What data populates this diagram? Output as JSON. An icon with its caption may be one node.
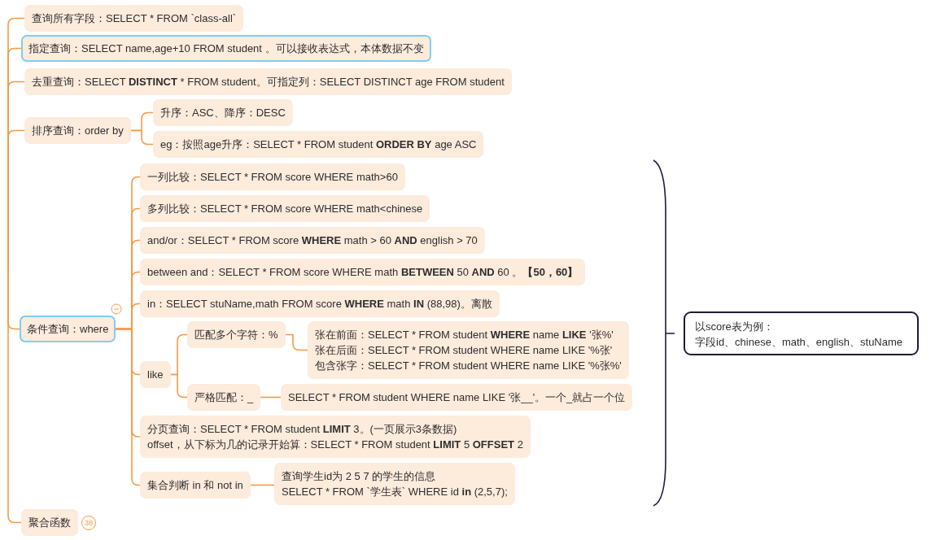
{
  "diagram": {
    "nodes": [
      {
        "text": [
          "查询所有字段：SELECT * FROM `class-all`"
        ]
      },
      {
        "text": [
          "指定查询：SELECT name,age+10 FROM student 。可以接收表达式，本体数据不变"
        ]
      },
      {
        "text": [
          "去重查询：SELECT **DISTINCT** * FROM student。可指定列：SELECT DISTINCT age FROM student"
        ]
      },
      {
        "text": [
          "排序查询：order by"
        ]
      },
      {
        "text": [
          "升序：ASC、降序：DESC"
        ]
      },
      {
        "text": [
          "eg：按照age升序：SELECT * FROM student **ORDER BY** age ASC"
        ]
      },
      {
        "text": [
          "条件查询：where"
        ]
      },
      {
        "text": [
          "一列比较：SELECT * FROM score WHERE math>60"
        ]
      },
      {
        "text": [
          "多列比较：SELECT * FROM score WHERE math<chinese"
        ]
      },
      {
        "text": [
          "and/or：SELECT * FROM score **WHERE** math > 60 **AND** english > 70"
        ]
      },
      {
        "text": [
          "between and：SELECT * FROM score WHERE math **BETWEEN** 50 **AND** 60 。**【50，60】**"
        ]
      },
      {
        "text": [
          "in：SELECT stuName,math FROM score **WHERE** math **IN** (88,98)。离散"
        ]
      },
      {
        "text": [
          "like"
        ]
      },
      {
        "text": [
          "匹配多个字符：%"
        ]
      },
      {
        "text": [
          "张在前面：SELECT * FROM student **WHERE** name **LIKE** '张%'",
          "张在后面：SELECT * FROM student WHERE name LIKE '%张'",
          "包含张字：SELECT * FROM student WHERE name LIKE '%张%'"
        ]
      },
      {
        "text": [
          "严格匹配：_"
        ]
      },
      {
        "text": [
          "SELECT * FROM student WHERE name LIKE '张__'。一个_就占一个位"
        ]
      },
      {
        "text": [
          "分页查询：SELECT * FROM student **LIMIT** 3。(一页展示3条数据)",
          "offset，从下标为几的记录开始算：SELECT * FROM student **LIMIT** 5 **OFFSET** 2"
        ]
      },
      {
        "text": [
          "集合判断 in 和 not in"
        ]
      },
      {
        "text": [
          "查询学生id为 2 5 7 的学生的信息",
          "SELECT * FROM `学生表` WHERE id **in** (2,5,7);"
        ]
      },
      {
        "text": [
          "聚合函数"
        ],
        "beside": [
          "38"
        ]
      },
      {
        "text": [
          "以score表为例：",
          "字段id、chinese、math、english、stuName"
        ]
      }
    ],
    "edges": [
      {
        "from": null,
        "to": 0,
        "arrow": "none"
      },
      {
        "from": null,
        "to": 1,
        "arrow": "none"
      },
      {
        "from": null,
        "to": 2,
        "arrow": "none"
      },
      {
        "from": null,
        "to": 3,
        "arrow": "none"
      },
      {
        "from": null,
        "to": 6,
        "arrow": "none"
      },
      {
        "from": null,
        "to": 20,
        "arrow": "none"
      },
      {
        "from": 3,
        "to": 4,
        "arrow": "none"
      },
      {
        "from": 3,
        "to": 5,
        "arrow": "none"
      },
      {
        "from": 6,
        "to": 7,
        "arrow": "none"
      },
      {
        "from": 6,
        "to": 8,
        "arrow": "none"
      },
      {
        "from": 6,
        "to": 9,
        "arrow": "none"
      },
      {
        "from": 6,
        "to": 10,
        "arrow": "none"
      },
      {
        "from": 6,
        "to": 11,
        "arrow": "none"
      },
      {
        "from": 6,
        "to": 12,
        "arrow": "none"
      },
      {
        "from": 6,
        "to": 17,
        "arrow": "none"
      },
      {
        "from": 6,
        "to": 18,
        "arrow": "none"
      },
      {
        "from": 12,
        "to": 13,
        "arrow": "none"
      },
      {
        "from": 12,
        "to": 15,
        "arrow": "none"
      },
      {
        "from": 13,
        "to": 14,
        "arrow": "none"
      },
      {
        "from": 15,
        "to": 16,
        "arrow": "none"
      },
      {
        "from": 18,
        "to": 19,
        "arrow": "none"
      }
    ]
  }
}
